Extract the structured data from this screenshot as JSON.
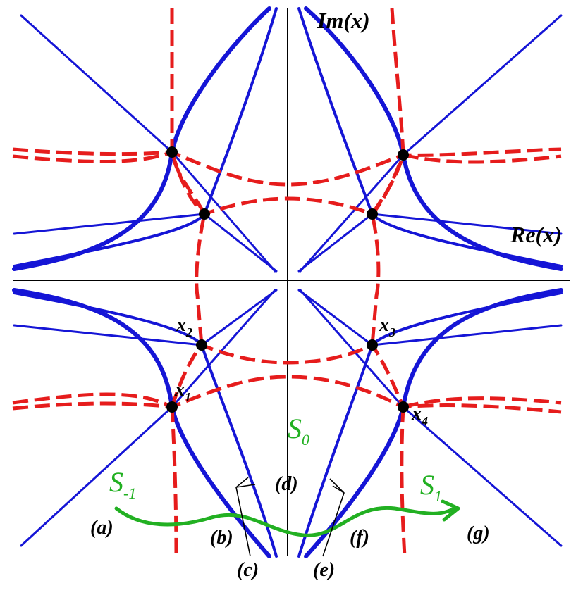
{
  "axes": {
    "im_label": "Im(x)",
    "re_label": "Re(x)"
  },
  "saddle_points": [
    {
      "base": "x",
      "sub": "1"
    },
    {
      "base": "x",
      "sub": "2"
    },
    {
      "base": "x",
      "sub": "3"
    },
    {
      "base": "x",
      "sub": "4"
    }
  ],
  "sectors": [
    {
      "base": "S",
      "sub": "-1"
    },
    {
      "base": "S",
      "sub": "0"
    },
    {
      "base": "S",
      "sub": "1"
    }
  ],
  "regions": [
    "(a)",
    "(b)",
    "(c)",
    "(d)",
    "(e)",
    "(f)",
    "(g)"
  ],
  "colors": {
    "steepest_curves": "#1515d6",
    "dashed_curves": "#e61c1c",
    "path": "#22b022",
    "axes": "#000000",
    "points": "#000000"
  }
}
